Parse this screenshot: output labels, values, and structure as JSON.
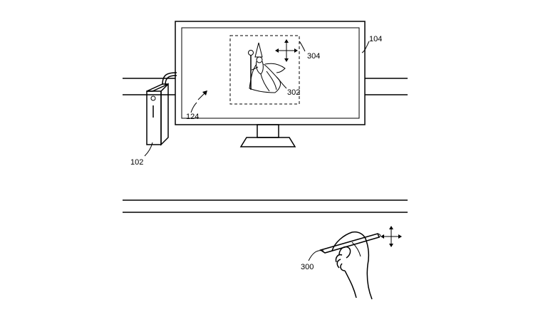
{
  "figure": {
    "labels": {
      "computer": "102",
      "display": "104",
      "canvas": "124",
      "stylus_hand": "300",
      "displayed_object": "302",
      "selection_box": "304"
    }
  }
}
